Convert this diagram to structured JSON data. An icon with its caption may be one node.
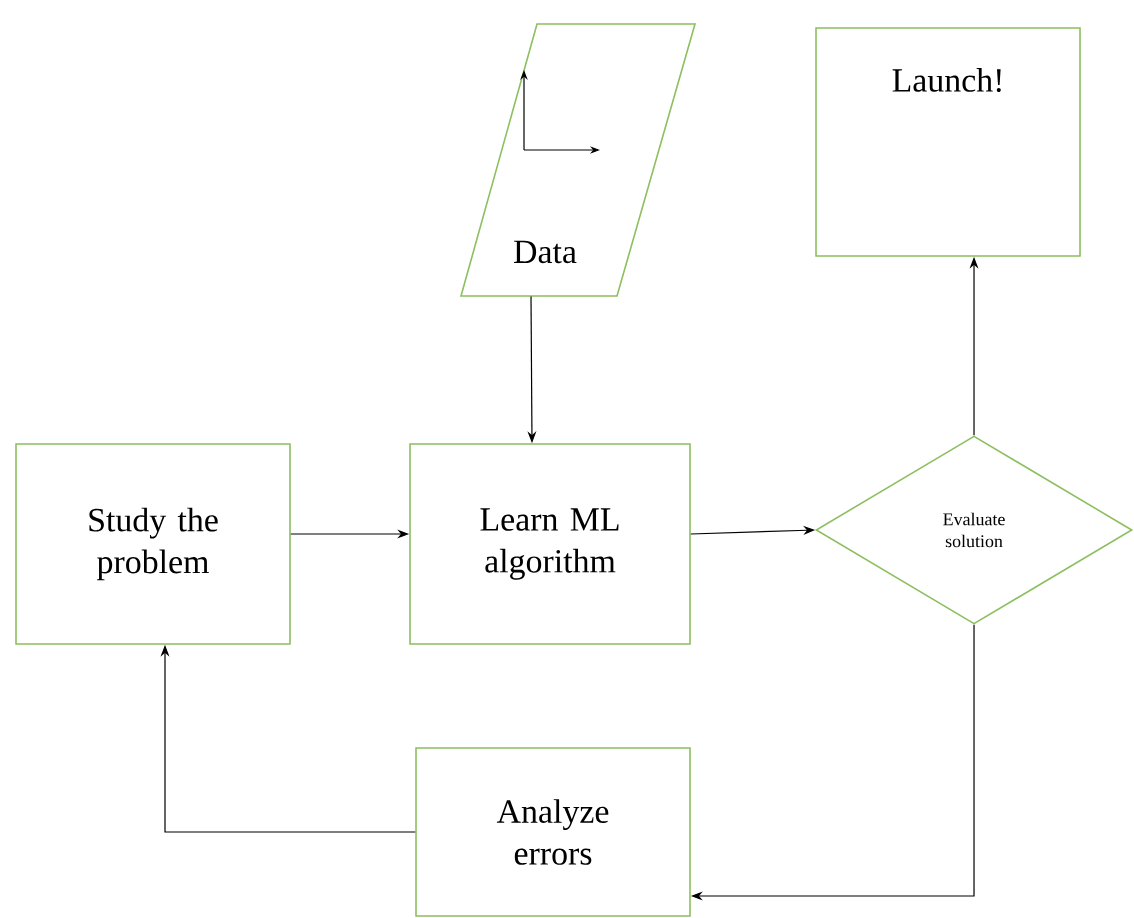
{
  "diagram": {
    "nodes": [
      {
        "text": [
          "Data"
        ]
      },
      {
        "text": [
          "Launch!"
        ]
      },
      {
        "text": [
          "Study the problem"
        ]
      },
      {
        "text": [
          "Learn ML algorithm"
        ]
      },
      {
        "text": [
          "Evaluate solution"
        ]
      },
      {
        "text": [
          "Analyze errors"
        ]
      }
    ],
    "edges": [
      {
        "from": 0,
        "to": 3,
        "arrow": "to"
      },
      {
        "from": 2,
        "to": 3,
        "arrow": "to"
      },
      {
        "from": 3,
        "to": 4,
        "arrow": "to"
      },
      {
        "from": 4,
        "to": 1,
        "arrow": "to"
      },
      {
        "from": 4,
        "to": 5,
        "arrow": "to"
      },
      {
        "from": 5,
        "to": 2,
        "arrow": "to"
      }
    ]
  }
}
